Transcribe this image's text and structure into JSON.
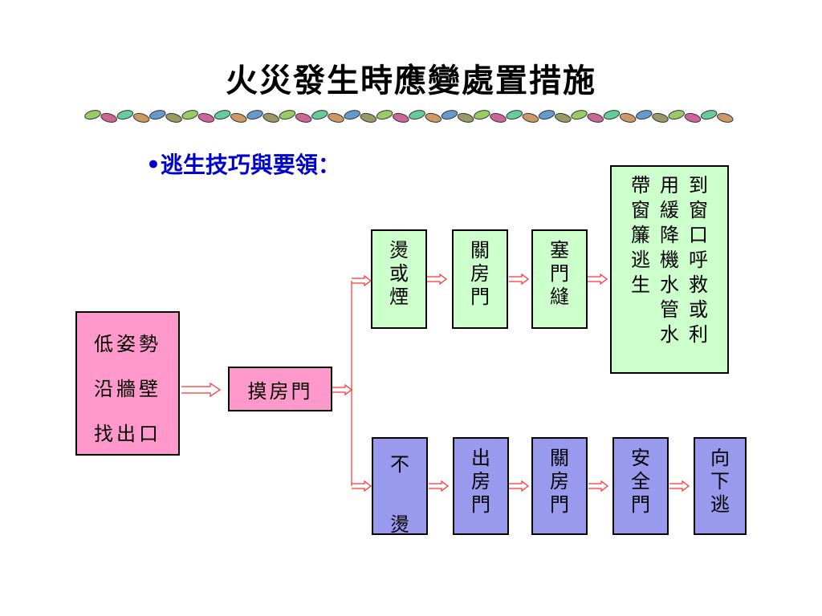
{
  "title": "火災發生時應變處置措施",
  "subtitle": "•逃生技巧與要領：",
  "nodes": {
    "start": [
      "低姿勢",
      "沿牆壁",
      "找出口"
    ],
    "touch_door": "摸房門",
    "hot_branch": {
      "hot_smoke": "燙或煙",
      "close_door": "關房門",
      "seal_door": "塞門縫",
      "window_columns": [
        "到窗口呼救或利",
        "用緩降機水管水",
        "帶窗簾逃生"
      ]
    },
    "not_hot_branch": {
      "not_hot": [
        "不",
        "燙"
      ],
      "exit_room": "出房門",
      "close_door": "關房門",
      "safe_door": "安全門",
      "go_down": "向下逃"
    }
  },
  "colors": {
    "pink": "#ff99cc",
    "green": "#ccffcc",
    "blue": "#9999ee",
    "arrow": "#ff3333",
    "title_blue": "#0000cc"
  }
}
